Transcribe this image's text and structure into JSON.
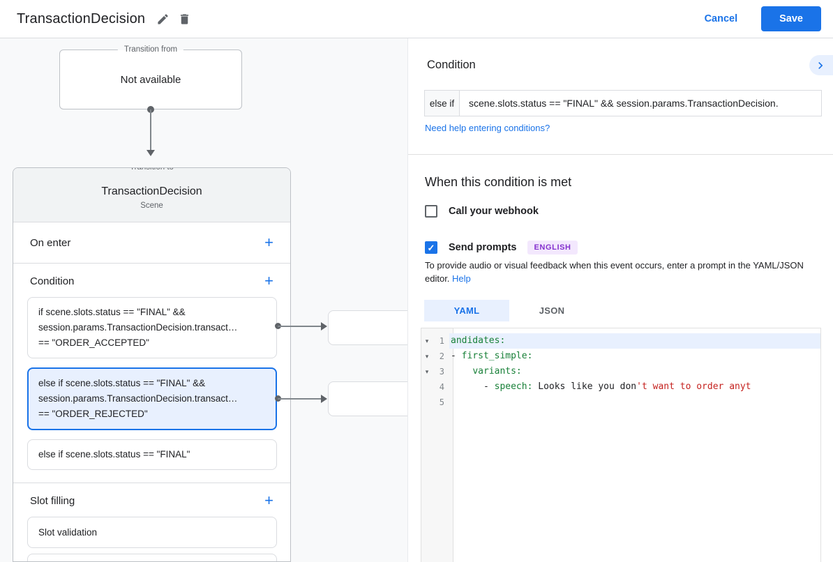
{
  "header": {
    "title": "TransactionDecision",
    "cancel_label": "Cancel",
    "save_label": "Save"
  },
  "canvas": {
    "transition_from": {
      "legend": "Transition from",
      "content": "Not available"
    },
    "transition_to": {
      "legend": "Transition to",
      "title": "TransactionDecision",
      "subtitle": "Scene",
      "on_enter": {
        "label": "On enter",
        "add_label": "+"
      },
      "condition": {
        "label": "Condition",
        "add_label": "+",
        "items": [
          {
            "text": "if scene.slots.status == \"FINAL\" &&\nsession.params.TransactionDecision.transact…\n== \"ORDER_ACCEPTED\"",
            "selected": false
          },
          {
            "text": "else if scene.slots.status == \"FINAL\" &&\nsession.params.TransactionDecision.transact…\n== \"ORDER_REJECTED\"",
            "selected": true
          },
          {
            "text": "else if scene.slots.status == \"FINAL\"",
            "selected": false
          }
        ]
      },
      "slot_filling": {
        "label": "Slot filling",
        "add_label": "+",
        "items": [
          {
            "text": "Slot validation"
          }
        ]
      }
    }
  },
  "panel": {
    "title": "Condition",
    "condition_input": {
      "prefix": "else if",
      "value": "scene.slots.status == \"FINAL\" && session.params.TransactionDecision."
    },
    "help_link": "Need help entering conditions?",
    "when_met": {
      "title": "When this condition is met",
      "webhook": {
        "label": "Call your webhook",
        "checked": false
      },
      "send_prompts": {
        "label": "Send prompts",
        "badge": "ENGLISH",
        "checked": true
      },
      "helper_text": "To provide audio or visual feedback when this event occurs, enter a prompt in the YAML/JSON editor.",
      "helper_link_label": "Help"
    },
    "editor": {
      "active_tab": "YAML",
      "tabs": [
        {
          "label": "YAML"
        },
        {
          "label": "JSON"
        }
      ],
      "lines": [
        {
          "num": "1",
          "fold": true,
          "highlight": true,
          "segments": [
            {
              "text": "andidates:",
              "color": "key"
            }
          ]
        },
        {
          "num": "2",
          "fold": true,
          "highlight": false,
          "segments": [
            {
              "text": "- ",
              "color": "plain"
            },
            {
              "text": "first_simple:",
              "color": "key"
            }
          ]
        },
        {
          "num": "3",
          "fold": true,
          "highlight": false,
          "segments": [
            {
              "text": "    ",
              "color": "plain"
            },
            {
              "text": "variants:",
              "color": "key"
            }
          ]
        },
        {
          "num": "4",
          "fold": false,
          "highlight": false,
          "segments": [
            {
              "text": "      - ",
              "color": "plain"
            },
            {
              "text": "speech:",
              "color": "key"
            },
            {
              "text": " Looks like you don",
              "color": "plain"
            },
            {
              "text": "'t want to order anyt",
              "color": "string"
            }
          ]
        },
        {
          "num": "5",
          "fold": false,
          "highlight": false,
          "segments": []
        }
      ]
    }
  },
  "colors": {
    "accent": "#1a73e8",
    "selected_bg": "#e8f0fe",
    "code_key_green": "#188038",
    "code_string_red": "#c5221f",
    "badge_text": "#8430ce",
    "badge_bg": "#f3e8fd"
  }
}
